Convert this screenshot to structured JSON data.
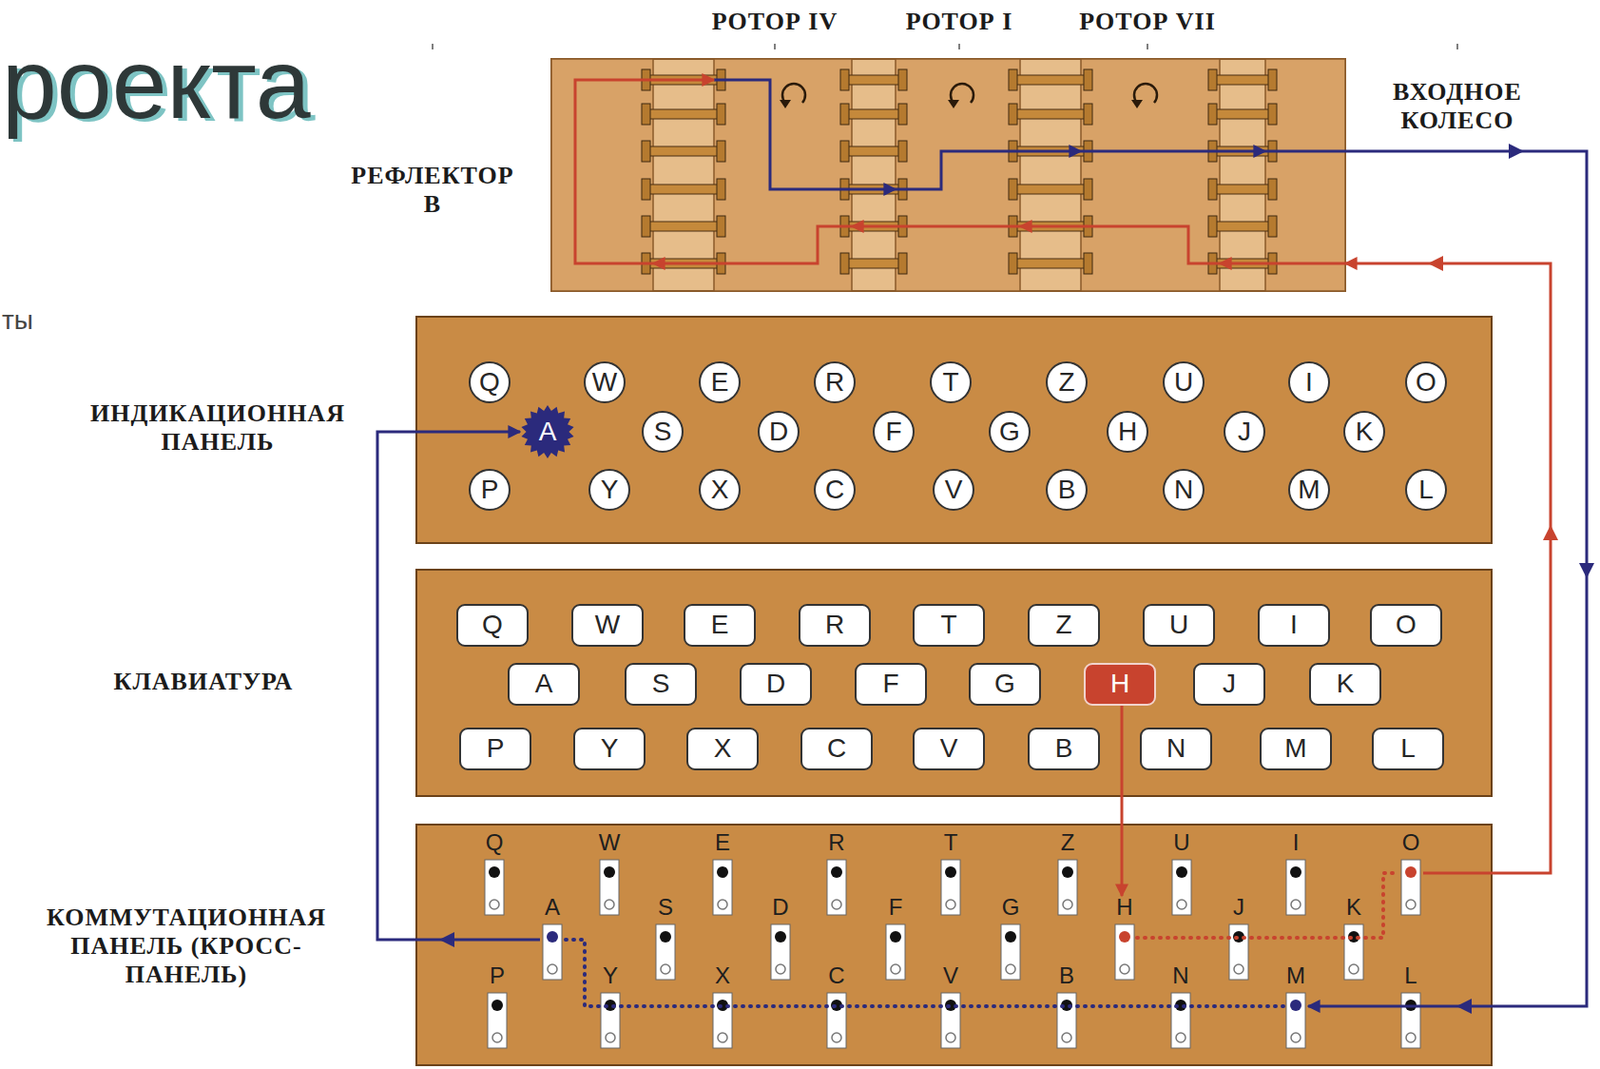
{
  "diagram": {
    "nodes": [
      {
        "text": [
          "РЕФЛЕКТОР В"
        ]
      },
      {
        "text": [
          "РОТОР IV"
        ]
      },
      {
        "text": [
          "РОТОР I"
        ]
      },
      {
        "text": [
          "РОТОР VII"
        ]
      },
      {
        "text": [
          "ВХОДНОЕ КОЛЕСО"
        ]
      },
      {
        "text": [
          "ИНДИКАЦИОННАЯ ПАНЕЛЬ"
        ]
      },
      {
        "text": [
          "Q"
        ],
        "in": 5
      },
      {
        "text": [
          "W"
        ],
        "in": 5
      },
      {
        "text": [
          "E"
        ],
        "in": 5
      },
      {
        "text": [
          "R"
        ],
        "in": 5
      },
      {
        "text": [
          "T"
        ],
        "in": 5
      },
      {
        "text": [
          "Z"
        ],
        "in": 5
      },
      {
        "text": [
          "U"
        ],
        "in": 5
      },
      {
        "text": [
          "I"
        ],
        "in": 5
      },
      {
        "text": [
          "O"
        ],
        "in": 5
      },
      {
        "text": [
          "A"
        ],
        "in": 5
      },
      {
        "text": [
          "S"
        ],
        "in": 5
      },
      {
        "text": [
          "D"
        ],
        "in": 5
      },
      {
        "text": [
          "F"
        ],
        "in": 5
      },
      {
        "text": [
          "G"
        ],
        "in": 5
      },
      {
        "text": [
          "H"
        ],
        "in": 5
      },
      {
        "text": [
          "J"
        ],
        "in": 5
      },
      {
        "text": [
          "K"
        ],
        "in": 5
      },
      {
        "text": [
          "P"
        ],
        "in": 5
      },
      {
        "text": [
          "Y"
        ],
        "in": 5
      },
      {
        "text": [
          "X"
        ],
        "in": 5
      },
      {
        "text": [
          "C"
        ],
        "in": 5
      },
      {
        "text": [
          "V"
        ],
        "in": 5
      },
      {
        "text": [
          "B"
        ],
        "in": 5
      },
      {
        "text": [
          "N"
        ],
        "in": 5
      },
      {
        "text": [
          "M"
        ],
        "in": 5
      },
      {
        "text": [
          "L"
        ],
        "in": 5
      },
      {
        "text": [
          "КЛАВИАТУРА"
        ]
      },
      {
        "text": [
          "Q"
        ],
        "in": 32
      },
      {
        "text": [
          "W"
        ],
        "in": 32
      },
      {
        "text": [
          "E"
        ],
        "in": 32
      },
      {
        "text": [
          "R"
        ],
        "in": 32
      },
      {
        "text": [
          "T"
        ],
        "in": 32
      },
      {
        "text": [
          "Z"
        ],
        "in": 32
      },
      {
        "text": [
          "U"
        ],
        "in": 32
      },
      {
        "text": [
          "I"
        ],
        "in": 32
      },
      {
        "text": [
          "O"
        ],
        "in": 32
      },
      {
        "text": [
          "A"
        ],
        "in": 32
      },
      {
        "text": [
          "S"
        ],
        "in": 32
      },
      {
        "text": [
          "D"
        ],
        "in": 32
      },
      {
        "text": [
          "F"
        ],
        "in": 32
      },
      {
        "text": [
          "G"
        ],
        "in": 32
      },
      {
        "text": [
          "H"
        ],
        "in": 32
      },
      {
        "text": [
          "J"
        ],
        "in": 32
      },
      {
        "text": [
          "K"
        ],
        "in": 32
      },
      {
        "text": [
          "P"
        ],
        "in": 32
      },
      {
        "text": [
          "Y"
        ],
        "in": 32
      },
      {
        "text": [
          "X"
        ],
        "in": 32
      },
      {
        "text": [
          "C"
        ],
        "in": 32
      },
      {
        "text": [
          "V"
        ],
        "in": 32
      },
      {
        "text": [
          "B"
        ],
        "in": 32
      },
      {
        "text": [
          "N"
        ],
        "in": 32
      },
      {
        "text": [
          "M"
        ],
        "in": 32
      },
      {
        "text": [
          "L"
        ],
        "in": 32
      },
      {
        "text": [
          "КОММУТАЦИОННАЯ ПАНЕЛЬ (КРОСС-ПАНЕЛЬ)"
        ]
      },
      {
        "text": [
          "Q"
        ],
        "in": 59
      },
      {
        "text": [
          "W"
        ],
        "in": 59
      },
      {
        "text": [
          "E"
        ],
        "in": 59
      },
      {
        "text": [
          "R"
        ],
        "in": 59
      },
      {
        "text": [
          "T"
        ],
        "in": 59
      },
      {
        "text": [
          "Z"
        ],
        "in": 59
      },
      {
        "text": [
          "U"
        ],
        "in": 59
      },
      {
        "text": [
          "I"
        ],
        "in": 59
      },
      {
        "text": [
          "O"
        ],
        "in": 59
      },
      {
        "text": [
          "A"
        ],
        "in": 59
      },
      {
        "text": [
          "S"
        ],
        "in": 59
      },
      {
        "text": [
          "D"
        ],
        "in": 59
      },
      {
        "text": [
          "F"
        ],
        "in": 59
      },
      {
        "text": [
          "G"
        ],
        "in": 59
      },
      {
        "text": [
          "H"
        ],
        "in": 59
      },
      {
        "text": [
          "J"
        ],
        "in": 59
      },
      {
        "text": [
          "K"
        ],
        "in": 59
      },
      {
        "text": [
          "P"
        ],
        "in": 59
      },
      {
        "text": [
          "Y"
        ],
        "in": 59
      },
      {
        "text": [
          "X"
        ],
        "in": 59
      },
      {
        "text": [
          "C"
        ],
        "in": 59
      },
      {
        "text": [
          "V"
        ],
        "in": 59
      },
      {
        "text": [
          "B"
        ],
        "in": 59
      },
      {
        "text": [
          "N"
        ],
        "in": 59
      },
      {
        "text": [
          "M"
        ],
        "in": 59
      },
      {
        "text": [
          "L"
        ],
        "in": 59
      }
    ],
    "edges": [
      {
        "from": 47,
        "to": 74,
        "arrow": "to"
      },
      {
        "from": 74,
        "to": 68,
        "arrow": "none"
      },
      {
        "from": 68,
        "to": 4,
        "arrow": "to"
      },
      {
        "from": 4,
        "to": 3,
        "arrow": "to"
      },
      {
        "from": 3,
        "to": 2,
        "arrow": "to"
      },
      {
        "from": 2,
        "to": 1,
        "arrow": "to"
      },
      {
        "from": 1,
        "to": 0,
        "arrow": "to"
      },
      {
        "from": 0,
        "to": 1,
        "arrow": "to"
      },
      {
        "from": 1,
        "to": 2,
        "arrow": "to"
      },
      {
        "from": 2,
        "to": 3,
        "arrow": "to"
      },
      {
        "from": 3,
        "to": 4,
        "arrow": "to"
      },
      {
        "from": 4,
        "to": 84,
        "arrow": "to"
      },
      {
        "from": 84,
        "to": 69,
        "arrow": "none"
      },
      {
        "from": 69,
        "to": 15,
        "arrow": "to"
      }
    ],
    "labels": [
      "роекта",
      "ты"
    ]
  }
}
